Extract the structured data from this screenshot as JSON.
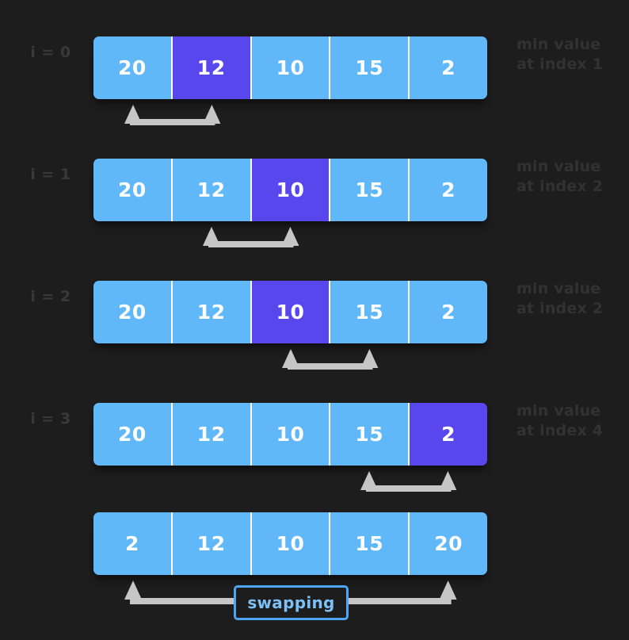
{
  "diagram": {
    "title": "selection-sort-steps",
    "colors": {
      "background": "#1d1d1d",
      "cell": "#61b8f9",
      "highlight": "#5947ee",
      "arrow": "#c6c6c6",
      "caption": "#353536",
      "chip_border": "#4da6f5",
      "chip_text": "#7cc0f8"
    },
    "passes": [
      {
        "step_label": "i = 0",
        "values": [
          "20",
          "12",
          "10",
          "15",
          "2"
        ],
        "highlight_index": 1,
        "note_line1": "min value",
        "note_line2": "at index 1",
        "arrow_from_index": 0,
        "arrow_to_index": 1
      },
      {
        "step_label": "i = 1",
        "values": [
          "20",
          "12",
          "10",
          "15",
          "2"
        ],
        "highlight_index": 2,
        "note_line1": "min value",
        "note_line2": "at index 2",
        "arrow_from_index": 1,
        "arrow_to_index": 2
      },
      {
        "step_label": "i = 2",
        "values": [
          "20",
          "12",
          "10",
          "15",
          "2"
        ],
        "highlight_index": 2,
        "note_line1": "min value",
        "note_line2": "at index 2",
        "arrow_from_index": 2,
        "arrow_to_index": 3
      },
      {
        "step_label": "i = 3",
        "values": [
          "20",
          "12",
          "10",
          "15",
          "2"
        ],
        "highlight_index": 4,
        "note_line1": "min value",
        "note_line2": "at index 4",
        "arrow_from_index": 3,
        "arrow_to_index": 4
      }
    ],
    "result": {
      "values": [
        "2",
        "12",
        "10",
        "15",
        "20"
      ],
      "highlight_index": -1,
      "swap_label": "swapping",
      "arrow_from_index": 0,
      "arrow_to_index": 4
    }
  }
}
